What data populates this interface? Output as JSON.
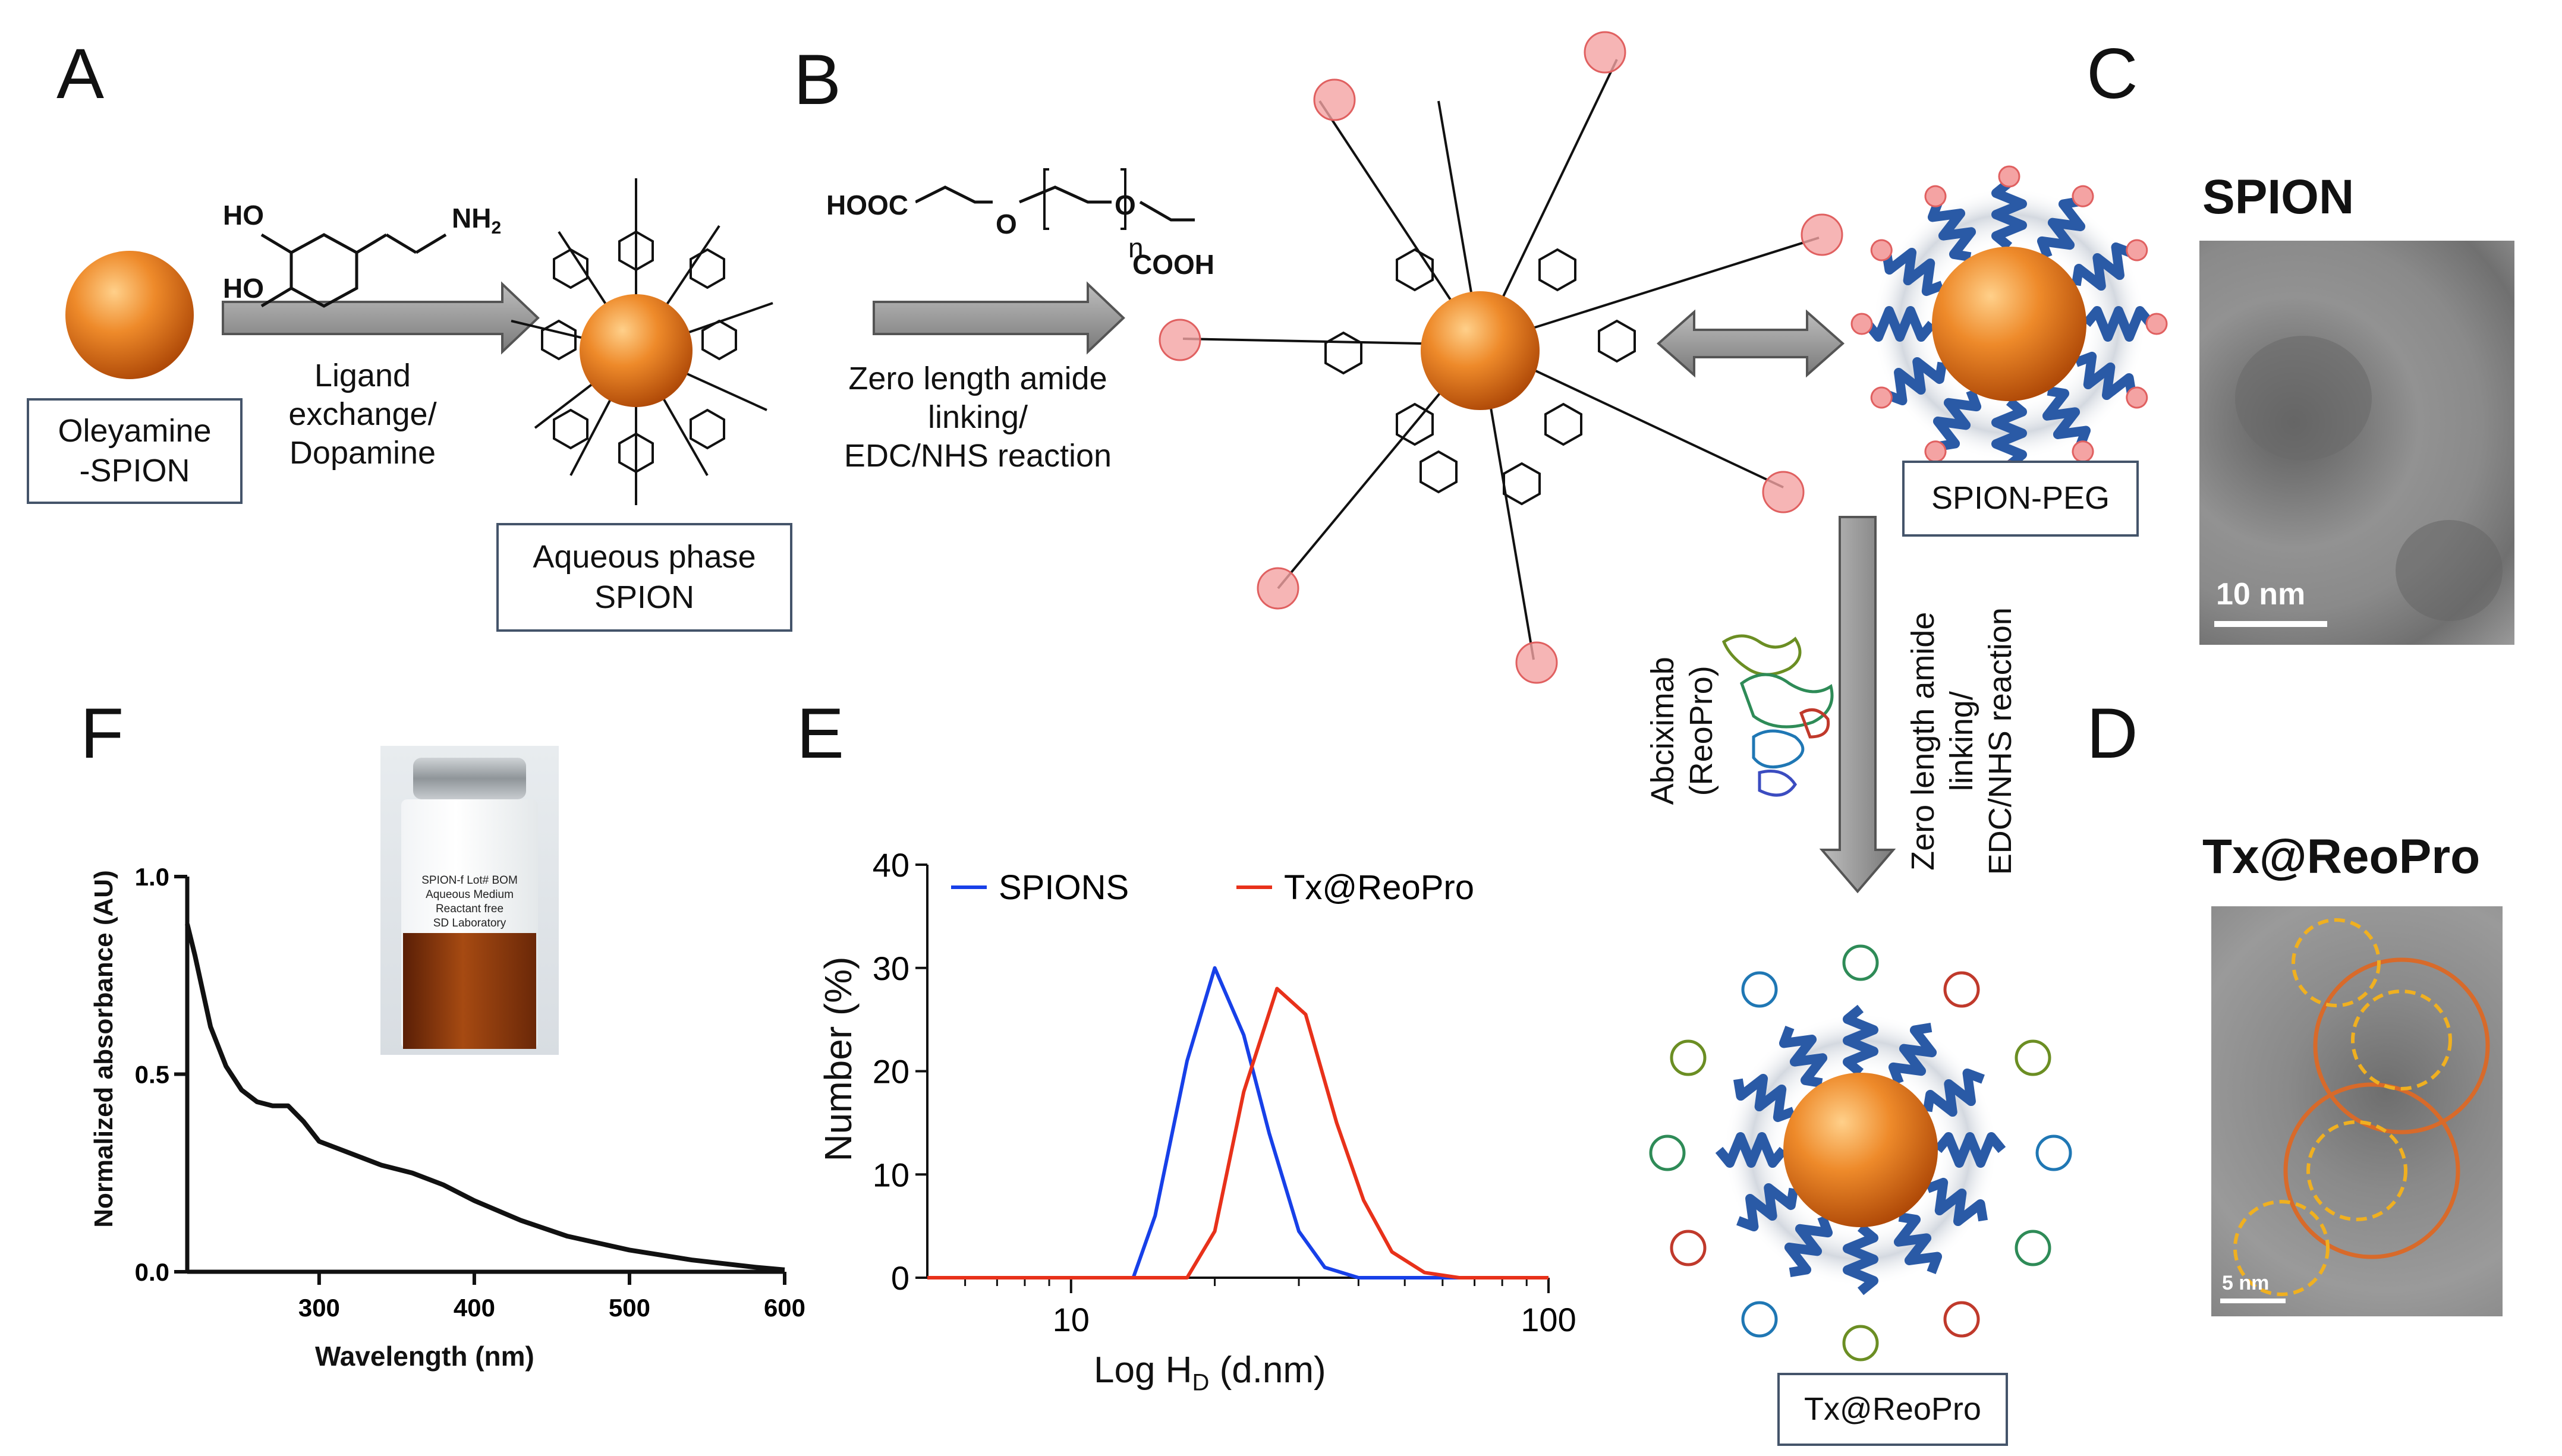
{
  "panels": {
    "a": "A",
    "b": "B",
    "c": "C",
    "d": "D",
    "e": "E",
    "f": "F"
  },
  "scheme": {
    "oleylamine_box": [
      "Oleyamine",
      "-SPION"
    ],
    "dopamine_chem": {
      "ho_top": "HO",
      "ho_bottom": "HO",
      "nh2": "NH",
      "nh2_sub": "2"
    },
    "step1_label": [
      "Ligand",
      "exchange/",
      "Dopamine"
    ],
    "aqueous_box": [
      "Aqueous phase",
      "SPION"
    ],
    "peg_chem": {
      "left": "HOOC",
      "o1": "O",
      "o2": "O",
      "n": "n",
      "right": "COOH"
    },
    "step2_label": [
      "Zero length amide",
      "linking/",
      "EDC/NHS reaction"
    ],
    "spion_peg_box": "SPION-PEG",
    "step3_label": [
      "Zero length amide",
      "linking/",
      "EDC/NHS reaction"
    ],
    "abciximab_label": [
      "Abciximab",
      "(ReoPro)"
    ],
    "txreopro_box": "Tx@ReoPro"
  },
  "tem": {
    "c_title": "SPION",
    "c_scale": "10 nm",
    "d_title": "Tx@ReoPro",
    "d_scale": "5 nm"
  },
  "colors": {
    "spion_core": "#e0731e",
    "peg_chain": "#2a5aa6",
    "cooh": "#f4a3a3",
    "arrow": "#8a8a8a",
    "spions": "#1740e8",
    "txreopro": "#e8311a",
    "absorbance": "#111111",
    "vial_liquid": "#8a3412"
  },
  "vial": {
    "line1": "SPION-f   Lot# BOM",
    "line2": "Aqueous Medium",
    "line3": "Reactant free",
    "line4": "SD Laboratory"
  },
  "chart_data": [
    {
      "type": "line",
      "panel": "F",
      "xlabel": "Wavelength (nm)",
      "ylabel": "Normalized absorbance (AU)",
      "xlim": [
        215,
        600
      ],
      "ylim": [
        0,
        1.0
      ],
      "xticks": [
        "300",
        "400",
        "500",
        "600"
      ],
      "yticks": [
        "0.0",
        "0.5",
        "1.0"
      ],
      "series": [
        {
          "x": [
            215,
            220,
            230,
            240,
            250,
            260,
            270,
            280,
            290,
            300,
            320,
            340,
            360,
            380,
            400,
            430,
            460,
            500,
            540,
            580,
            600
          ],
          "y": [
            0.88,
            0.8,
            0.62,
            0.52,
            0.46,
            0.43,
            0.42,
            0.42,
            0.38,
            0.33,
            0.3,
            0.27,
            0.25,
            0.22,
            0.18,
            0.13,
            0.09,
            0.055,
            0.03,
            0.012,
            0.005
          ]
        }
      ]
    },
    {
      "type": "line",
      "panel": "E",
      "xlabel_main": "Log H",
      "xlabel_sub": "D",
      "xlabel_tail": " (d.nm)",
      "ylabel": "Number  (%)",
      "xscale": "log",
      "xlim": [
        5,
        100
      ],
      "ylim": [
        0,
        40
      ],
      "xticks": [
        "10",
        "100"
      ],
      "yticks": [
        "0",
        "10",
        "20",
        "30",
        "40"
      ],
      "legend": "top",
      "series": [
        {
          "name": "SPIONS",
          "x": [
            5,
            13.5,
            15,
            17.5,
            20,
            23,
            26,
            30,
            34,
            40,
            100
          ],
          "y": [
            0,
            0,
            6,
            21,
            30,
            23.5,
            14,
            4.5,
            1,
            0,
            0
          ]
        },
        {
          "name": "Tx@ReoPro",
          "x": [
            5,
            17.5,
            20,
            23,
            27,
            31,
            36,
            41,
            47,
            55,
            65,
            100
          ],
          "y": [
            0,
            0,
            4.5,
            18,
            28,
            25.5,
            15,
            7.5,
            2.5,
            0.5,
            0,
            0
          ]
        }
      ]
    }
  ]
}
